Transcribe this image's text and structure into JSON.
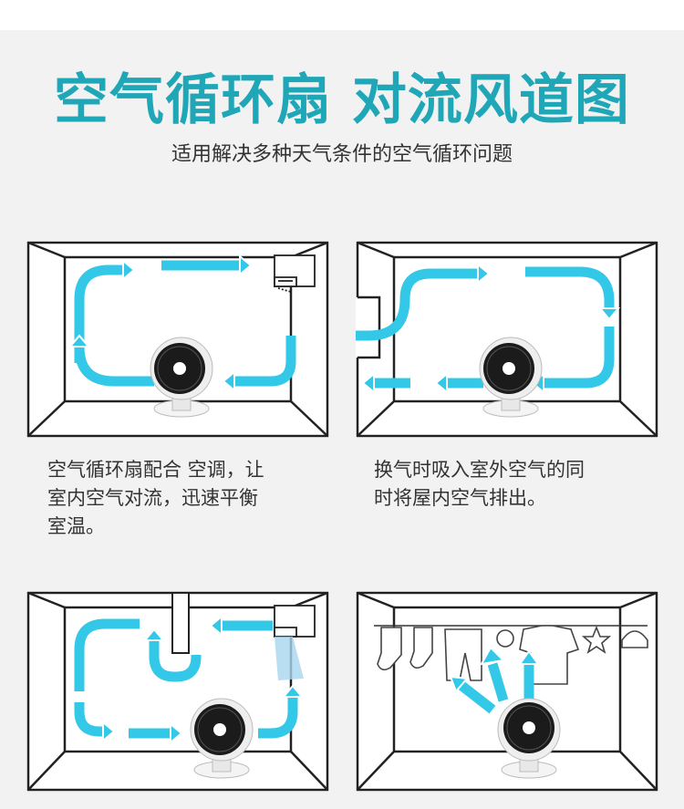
{
  "title": "空气循环扇 对流风道图",
  "subtitle": "适用解决多种天气条件的空气循环问题",
  "panels": [
    {
      "caption_lines": [
        "空气循环扇配合 空调，让",
        "室内空气对流，迅速平衡",
        "室温。"
      ]
    },
    {
      "caption_lines": [
        "换气时吸入室外空气的同",
        "时将屋内空气排出。"
      ]
    },
    {
      "caption_lines": []
    },
    {
      "caption_lines": []
    }
  ],
  "colors": {
    "title": "#1fa7b8",
    "arrow": "#33c8e8",
    "line": "#222222",
    "background": "#f2f2f2"
  },
  "icons": [
    "fan-icon",
    "air-conditioner-icon",
    "window-icon",
    "vent-icon",
    "laundry-icon"
  ]
}
